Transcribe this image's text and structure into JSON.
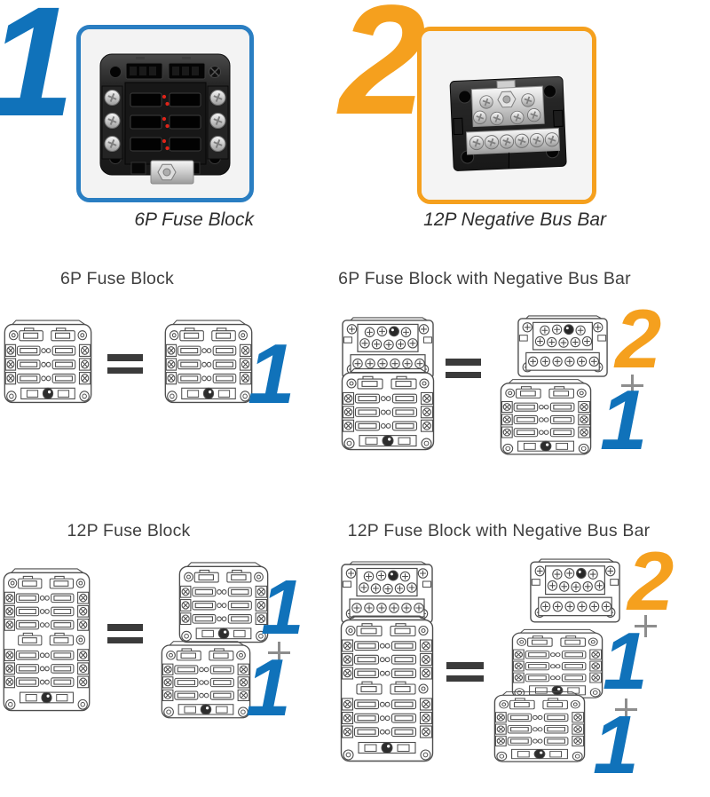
{
  "colors": {
    "number_blue": "#1072BA",
    "number_orange": "#F5A01E",
    "frame_blue": "#2A7EC2",
    "frame_orange": "#F5A01E",
    "equals_gray": "#3B3B3B",
    "plus_gray": "#8D8D8D"
  },
  "legend": {
    "items": [
      {
        "number": "1",
        "label": "6P Fuse Block"
      },
      {
        "number": "2",
        "label": "12P Negative Bus Bar"
      }
    ]
  },
  "operators": {
    "equals": "=",
    "plus": "+"
  },
  "sections": [
    {
      "title": "6P Fuse Block",
      "left_drawing": "6p-fuse-block",
      "right_parts": [
        {
          "drawing": "6p-fuse-block",
          "number": "1"
        }
      ]
    },
    {
      "title": "6P Fuse Block with Negative Bus Bar",
      "left_drawing": "6p-fuse-block-with-negative-bus-bar",
      "right_parts": [
        {
          "drawing": "12p-negative-bus-bar",
          "number": "2"
        },
        {
          "drawing": "6p-fuse-block",
          "number": "1"
        }
      ]
    },
    {
      "title": "12P Fuse Block",
      "left_drawing": "12p-fuse-block",
      "right_parts": [
        {
          "drawing": "6p-fuse-block",
          "number": "1"
        },
        {
          "drawing": "6p-fuse-block",
          "number": "1"
        }
      ]
    },
    {
      "title": "12P Fuse Block with Negative Bus Bar",
      "left_drawing": "12p-fuse-block-with-negative-bus-bar",
      "right_parts": [
        {
          "drawing": "12p-negative-bus-bar",
          "number": "2"
        },
        {
          "drawing": "6p-fuse-block",
          "number": "1"
        },
        {
          "drawing": "6p-fuse-block",
          "number": "1"
        }
      ]
    }
  ]
}
